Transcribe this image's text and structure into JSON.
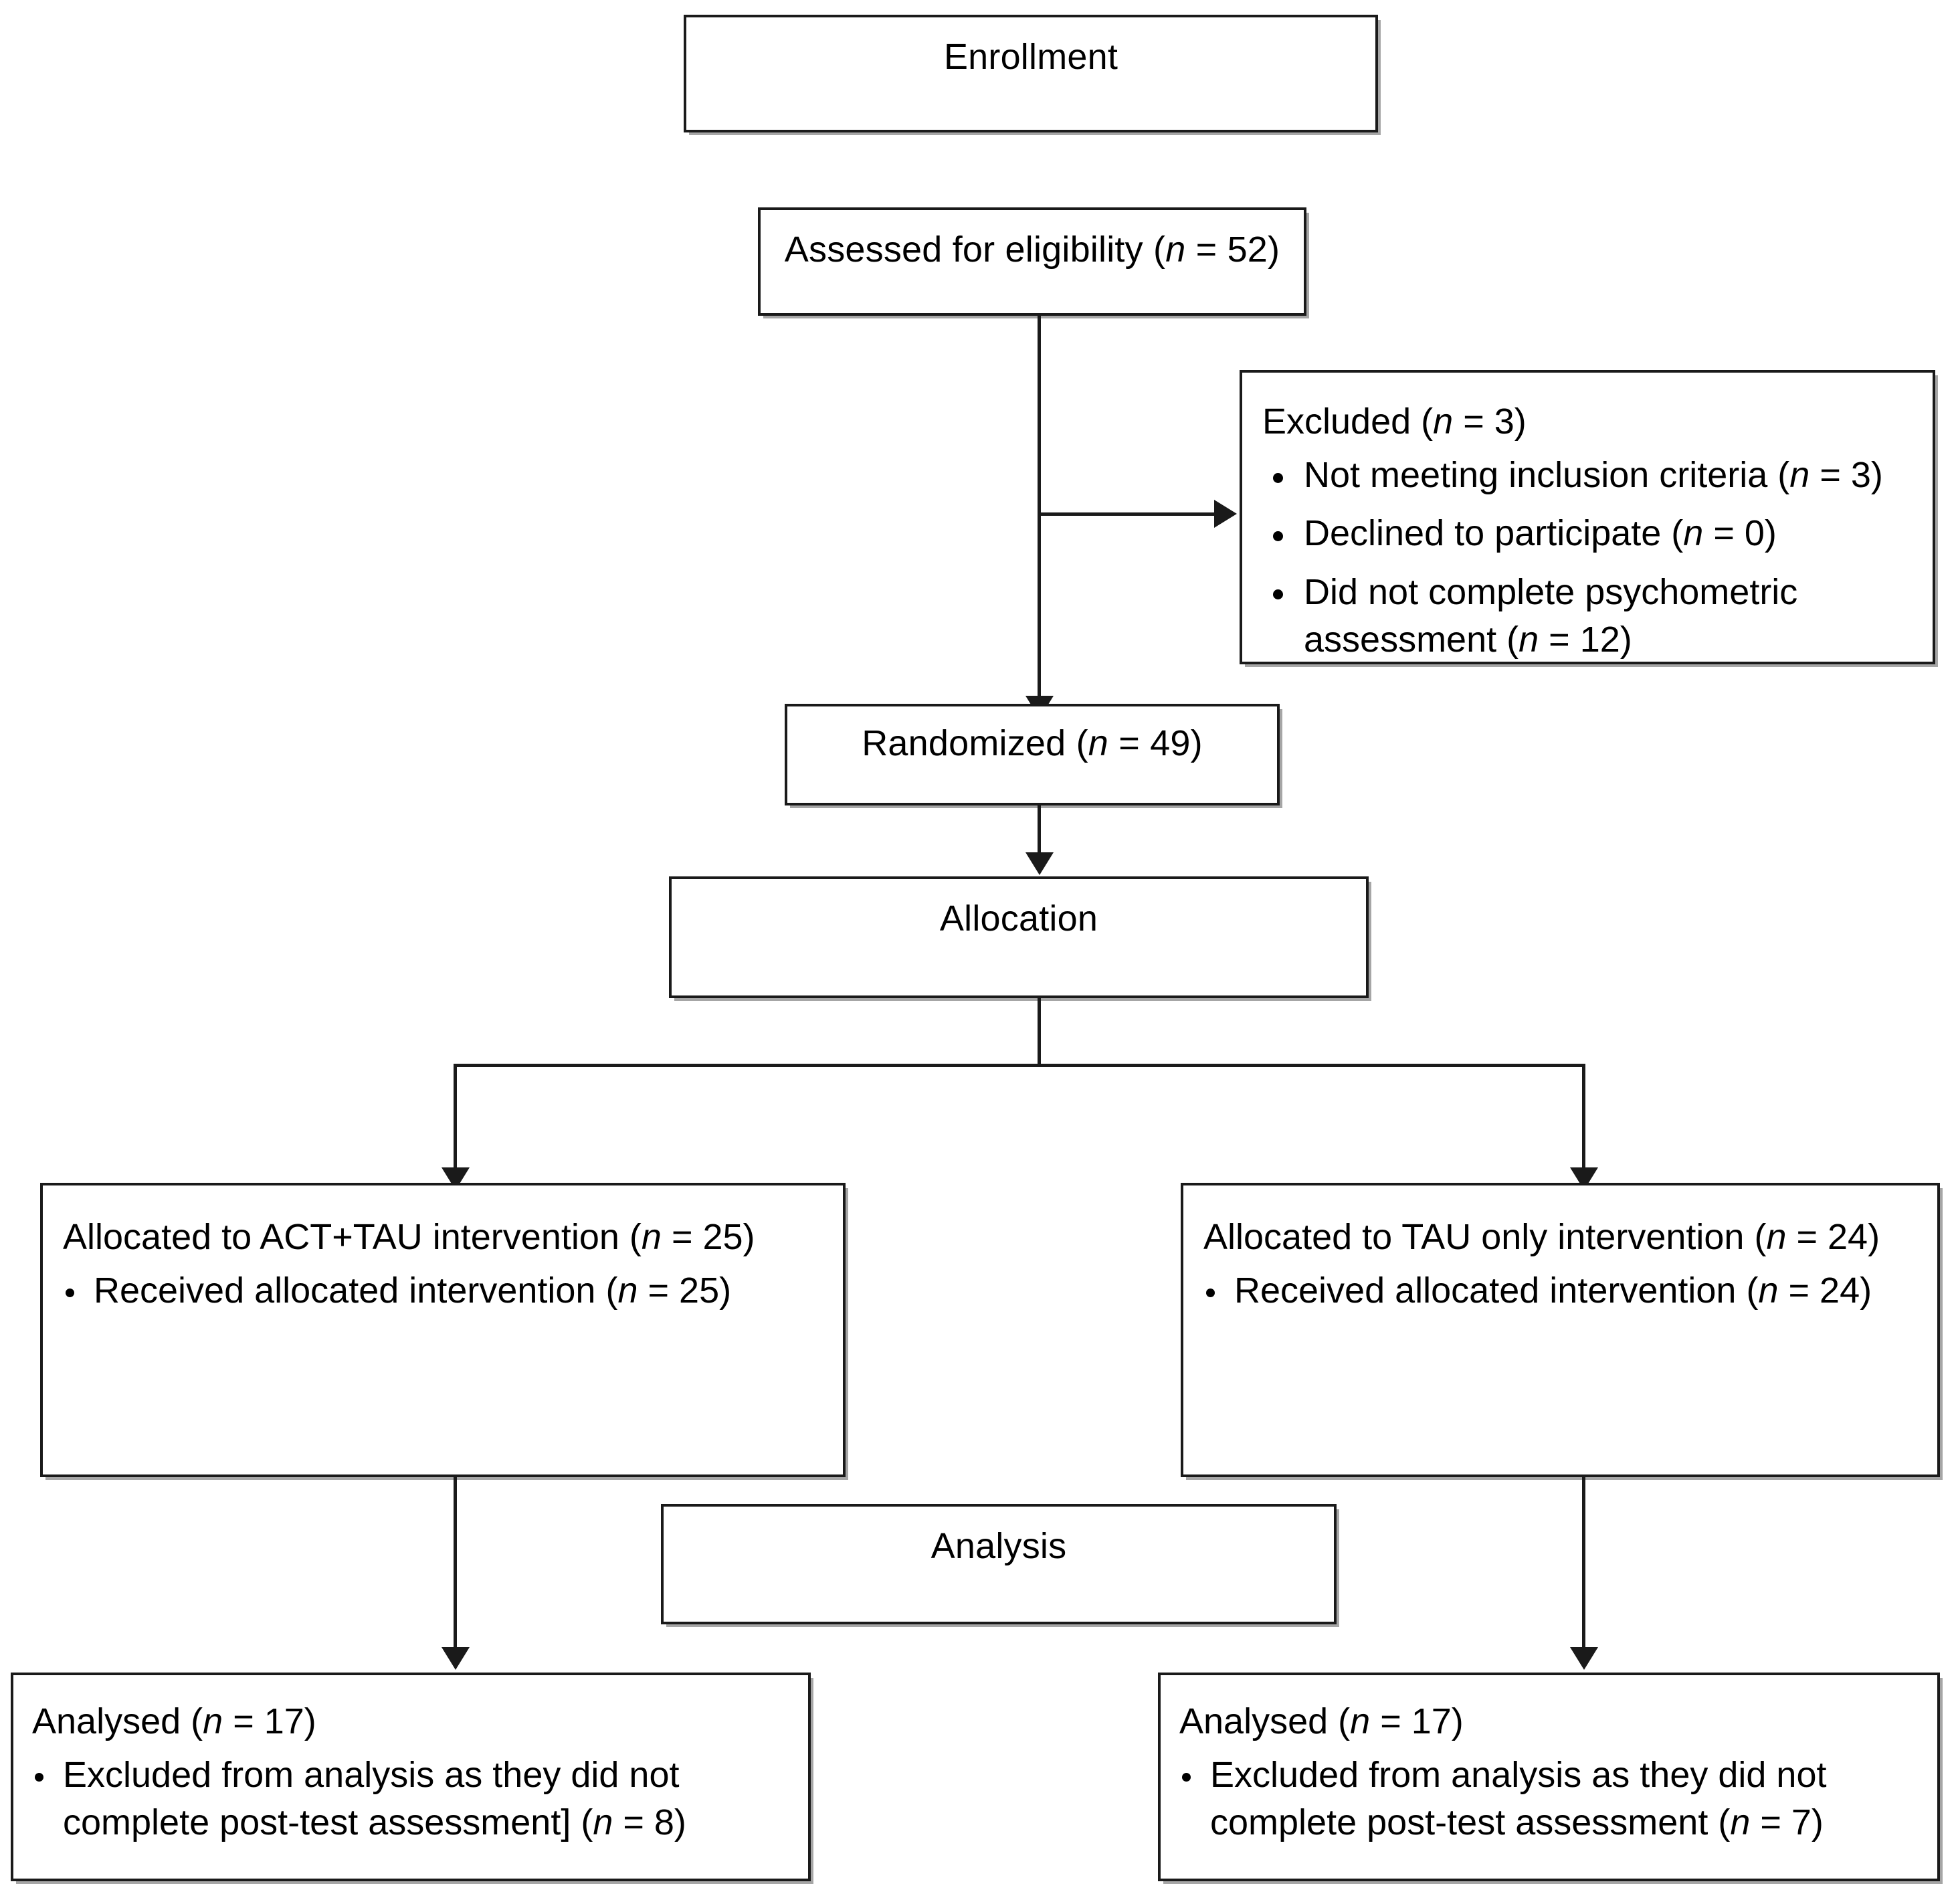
{
  "diagram": {
    "title": "CONSORT participant flow diagram",
    "type": "flowchart",
    "stage_labels": {
      "enrollment": "Enrollment",
      "allocation": "Allocation",
      "analysis": "Analysis"
    },
    "nodes": {
      "enrollment_header": {
        "label": "Enrollment"
      },
      "assessed": {
        "text_before": "Assessed for eligibility (",
        "n_symbol": "n",
        "text_after": " = 52)"
      },
      "excluded": {
        "lead_before": "Excluded (",
        "lead_n": "n",
        "lead_after": " = 3)",
        "items": [
          {
            "before": "Not meeting inclusion criteria (",
            "n": "n",
            "after": " = 3)"
          },
          {
            "before": "Declined to participate (",
            "n": "n",
            "after": " = 0)"
          },
          {
            "before": "Did not complete psychometric assessment (",
            "n": "n",
            "after": " = 12)"
          }
        ]
      },
      "randomized": {
        "text_before": "Randomized (",
        "n_symbol": "n",
        "text_after": " = 49)"
      },
      "allocation_header": {
        "label": "Allocation"
      },
      "alloc_left": {
        "lead_before": "Allocated to ACT+TAU intervention (",
        "lead_n": "n",
        "lead_after": " = 25)",
        "items": [
          {
            "before": "Received allocated intervention (",
            "n": "n",
            "after": " = 25)"
          }
        ]
      },
      "alloc_right": {
        "lead_before": "Allocated to TAU only intervention (",
        "lead_n": "n",
        "lead_after": " = 24)",
        "items": [
          {
            "before": "Received allocated intervention (",
            "n": "n",
            "after": " = 24)"
          }
        ]
      },
      "analysis_header": {
        "label": "Analysis"
      },
      "analysed_left": {
        "lead_before": "Analysed (",
        "lead_n": "n",
        "lead_after": " = 17)",
        "items": [
          {
            "before": "Excluded from analysis as they did not complete post-test assessment] (",
            "n": "n",
            "after": " = 8)"
          }
        ]
      },
      "analysed_right": {
        "lead_before": "Analysed (",
        "lead_n": "n",
        "lead_after": " = 17)",
        "items": [
          {
            "before": "Excluded from analysis as they did not complete post-test assessment (",
            "n": "n",
            "after": " = 7)"
          }
        ]
      }
    },
    "counts": {
      "assessed_for_eligibility": 52,
      "excluded_total": 3,
      "excluded_not_meeting_inclusion_criteria": 3,
      "excluded_declined_to_participate": 0,
      "excluded_did_not_complete_psychometric_assessment": 12,
      "randomized": 49,
      "allocated_act_tau": 25,
      "received_act_tau": 25,
      "allocated_tau_only": 24,
      "received_tau_only": 24,
      "analysed_act_tau": 17,
      "excluded_from_analysis_act_tau": 8,
      "analysed_tau_only": 17,
      "excluded_from_analysis_tau_only": 7
    },
    "colors": {
      "border": "#1a1a1a",
      "text": "#000000",
      "background": "#ffffff"
    }
  }
}
